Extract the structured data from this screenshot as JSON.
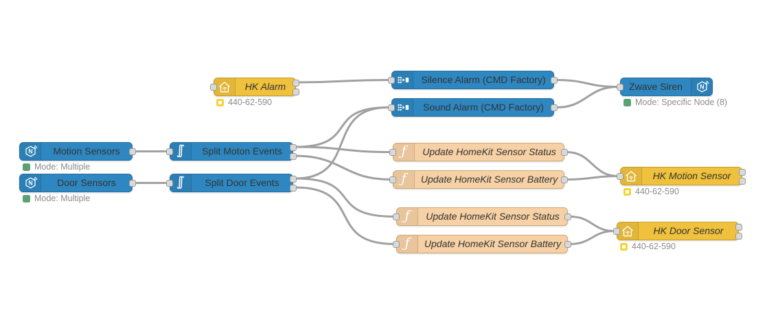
{
  "editor": {
    "type": "node-red-flow-canvas",
    "background_color": "#ffffff",
    "wire_color": "#a0a0a0"
  },
  "colors": {
    "zwave_node_blue": "#2e87c0",
    "homekit_node_yellow": "#efc13d",
    "function_node_peach": "#f6d1a5",
    "status_green": "#5ba273",
    "status_yellow_ring": "#f6d335",
    "label_text": "#333333",
    "status_text": "#8c8c8c"
  },
  "nodes": {
    "hk_alarm": {
      "label": "HK Alarm",
      "icon": "homekit-icon",
      "status_text": "440-62-590",
      "status_indicator": "yellow-ring"
    },
    "silence_alarm": {
      "label": "Silence Alarm (CMD Factory)",
      "icon": "cmd-factory-icon"
    },
    "sound_alarm": {
      "label": "Sound Alarm (CMD Factory)",
      "icon": "cmd-factory-icon"
    },
    "zwave_siren": {
      "label": "Zwave Siren",
      "icon": "zwave-icon",
      "status_text": "Mode: Specific Node (8)",
      "status_indicator": "green-dot"
    },
    "motion_sensors": {
      "label": "Motion Sensors",
      "icon": "zwave-icon",
      "status_text": "Mode: Multiple",
      "status_indicator": "green-dot"
    },
    "door_sensors": {
      "label": "Door Sensors",
      "icon": "zwave-icon",
      "status_text": "Mode: Multiple",
      "status_indicator": "green-dot"
    },
    "split_moton_events": {
      "label": "Split Moton Events",
      "icon": "split-icon"
    },
    "split_door_events": {
      "label": "Split Door Events",
      "icon": "split-icon"
    },
    "update_motion_status": {
      "label": "Update HomeKit Sensor Status",
      "icon": "function-icon"
    },
    "update_motion_battery": {
      "label": "Update HomeKit Sensor Battery",
      "icon": "function-icon"
    },
    "update_door_status": {
      "label": "Update HomeKit Sensor Status",
      "icon": "function-icon"
    },
    "update_door_battery": {
      "label": "Update HomeKit Sensor Battery",
      "icon": "function-icon"
    },
    "hk_motion_sensor": {
      "label": "HK Motion Sensor",
      "icon": "homekit-icon",
      "status_text": "440-62-590",
      "status_indicator": "yellow-ring"
    },
    "hk_door_sensor": {
      "label": "HK Door Sensor",
      "icon": "homekit-icon",
      "status_text": "440-62-590",
      "status_indicator": "yellow-ring"
    }
  },
  "connections": [
    {
      "from": "hk_alarm",
      "from_port": 1,
      "to": "silence_alarm"
    },
    {
      "from": "silence_alarm",
      "from_port": 1,
      "to": "zwave_siren"
    },
    {
      "from": "sound_alarm",
      "from_port": 1,
      "to": "zwave_siren"
    },
    {
      "from": "motion_sensors",
      "from_port": 1,
      "to": "split_moton_events"
    },
    {
      "from": "door_sensors",
      "from_port": 1,
      "to": "split_door_events"
    },
    {
      "from": "split_moton_events",
      "from_port": 1,
      "to": "sound_alarm"
    },
    {
      "from": "split_moton_events",
      "from_port": 1,
      "to": "update_motion_status"
    },
    {
      "from": "split_moton_events",
      "from_port": 2,
      "to": "update_motion_battery"
    },
    {
      "from": "split_door_events",
      "from_port": 1,
      "to": "sound_alarm"
    },
    {
      "from": "split_door_events",
      "from_port": 1,
      "to": "update_door_status"
    },
    {
      "from": "split_door_events",
      "from_port": 2,
      "to": "update_door_battery"
    },
    {
      "from": "update_motion_status",
      "from_port": 1,
      "to": "hk_motion_sensor"
    },
    {
      "from": "update_motion_battery",
      "from_port": 1,
      "to": "hk_motion_sensor"
    },
    {
      "from": "update_door_status",
      "from_port": 1,
      "to": "hk_door_sensor"
    },
    {
      "from": "update_door_battery",
      "from_port": 1,
      "to": "hk_door_sensor"
    }
  ]
}
